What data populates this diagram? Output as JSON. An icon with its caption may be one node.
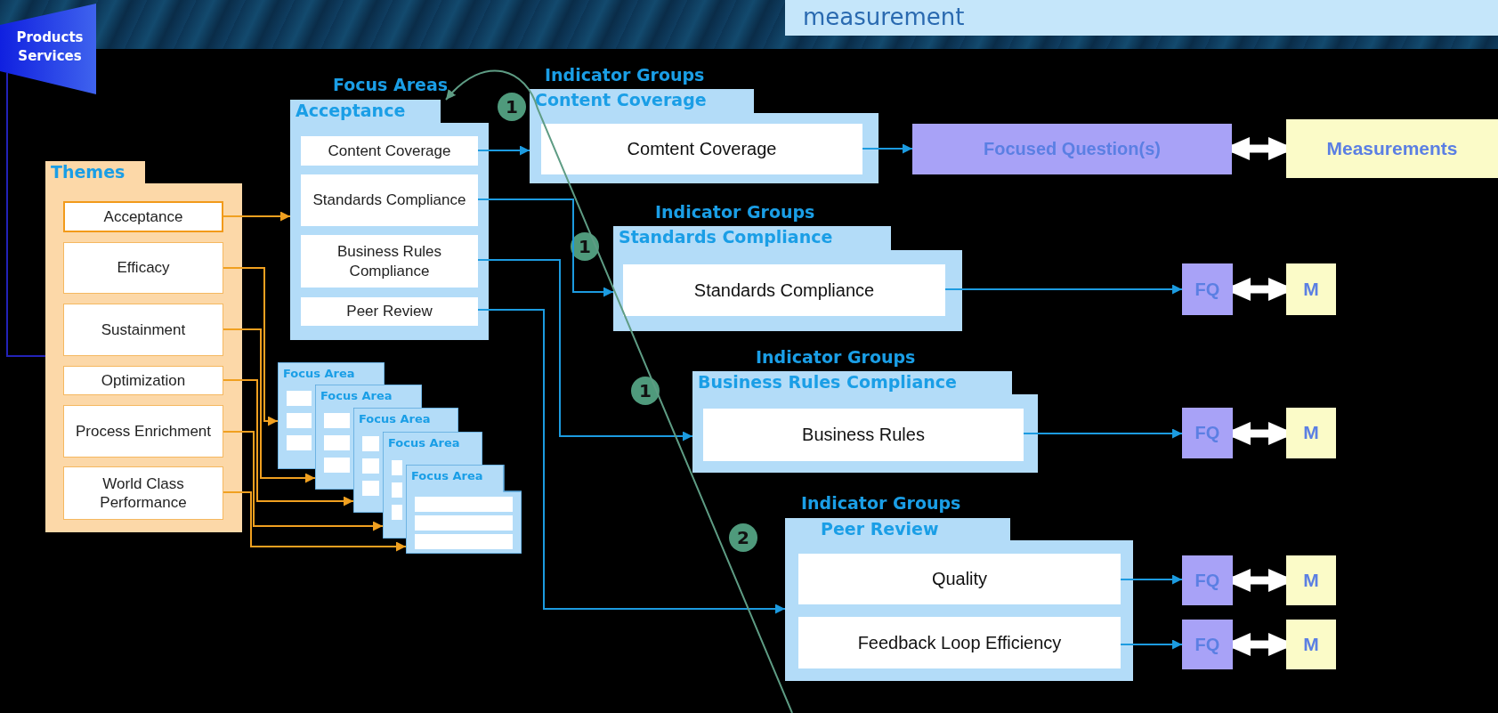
{
  "diagram": {
    "title": "measurement",
    "nodes": [
      {
        "text": [
          "Products Services"
        ]
      },
      {
        "text": [
          "Themes"
        ]
      },
      {
        "text": [
          "Acceptance"
        ],
        "in": 1
      },
      {
        "text": [
          "Efficacy"
        ],
        "in": 1
      },
      {
        "text": [
          "Sustainment"
        ],
        "in": 1
      },
      {
        "text": [
          "Optimization"
        ],
        "in": 1
      },
      {
        "text": [
          "Process Enrichment"
        ],
        "in": 1
      },
      {
        "text": [
          "World Class Performance"
        ],
        "in": 1
      },
      {
        "text": [
          "Focus Areas",
          "Acceptance"
        ]
      },
      {
        "text": [
          "Content Coverage"
        ],
        "in": 8
      },
      {
        "text": [
          "Standards Compliance"
        ],
        "in": 8
      },
      {
        "text": [
          "Business Rules Compliance"
        ],
        "in": 8
      },
      {
        "text": [
          "Peer Review"
        ],
        "in": 8
      },
      {
        "text": [
          "Focus Area"
        ]
      },
      {
        "text": [
          "Focus Area"
        ]
      },
      {
        "text": [
          "Focus Area"
        ]
      },
      {
        "text": [
          "Focus Area"
        ]
      },
      {
        "text": [
          "Focus Area"
        ]
      },
      {
        "text": [
          "Indicator Groups",
          "Content Coverage"
        ]
      },
      {
        "text": [
          "Comtent Coverage"
        ],
        "in": 18
      },
      {
        "text": [
          "Focused Question(s)"
        ]
      },
      {
        "text": [
          "Measurements"
        ]
      },
      {
        "text": [
          "1"
        ]
      },
      {
        "text": [
          "Indicator Groups",
          "Standards Compliance"
        ]
      },
      {
        "text": [
          "Standards Compliance"
        ],
        "in": 23
      },
      {
        "text": [
          "FQ"
        ]
      },
      {
        "text": [
          "M"
        ]
      },
      {
        "text": [
          "1"
        ]
      },
      {
        "text": [
          "Indicator Groups",
          "Business Rules Compliance"
        ]
      },
      {
        "text": [
          "Business Rules"
        ],
        "in": 28
      },
      {
        "text": [
          "FQ"
        ]
      },
      {
        "text": [
          "M"
        ]
      },
      {
        "text": [
          "1"
        ]
      },
      {
        "text": [
          "Indicator Groups",
          "Peer Review"
        ]
      },
      {
        "text": [
          "Quality"
        ],
        "in": 33
      },
      {
        "text": [
          "Feedback Loop Efficiency"
        ],
        "in": 33
      },
      {
        "text": [
          "FQ"
        ]
      },
      {
        "text": [
          "M"
        ]
      },
      {
        "text": [
          "FQ"
        ]
      },
      {
        "text": [
          "M"
        ]
      },
      {
        "text": [
          "2"
        ]
      }
    ],
    "edges": [
      {
        "from": 0,
        "to": 1,
        "arrow": "none",
        "color": "#2323b8"
      },
      {
        "from": 2,
        "to": 8,
        "arrow": "to",
        "color": "#f0a020"
      },
      {
        "from": 3,
        "to": 13,
        "arrow": "to",
        "color": "#f0a020"
      },
      {
        "from": 4,
        "to": 14,
        "arrow": "to",
        "color": "#f0a020"
      },
      {
        "from": 5,
        "to": 15,
        "arrow": "to",
        "color": "#f0a020"
      },
      {
        "from": 6,
        "to": 16,
        "arrow": "to",
        "color": "#f0a020"
      },
      {
        "from": 7,
        "to": 17,
        "arrow": "to",
        "color": "#f0a020"
      },
      {
        "from": 9,
        "to": 18,
        "arrow": "to"
      },
      {
        "from": 10,
        "to": 23,
        "arrow": "to"
      },
      {
        "from": 11,
        "to": 28,
        "arrow": "to"
      },
      {
        "from": 12,
        "to": 33,
        "arrow": "to"
      },
      {
        "from": 19,
        "to": 20,
        "arrow": "to"
      },
      {
        "from": 20,
        "to": 21,
        "arrow": "both",
        "style": "thick",
        "color": "#ffffff"
      },
      {
        "from": 24,
        "to": 25,
        "arrow": "to"
      },
      {
        "from": 25,
        "to": 26,
        "arrow": "both",
        "style": "thick",
        "color": "#ffffff"
      },
      {
        "from": 29,
        "to": 30,
        "arrow": "to"
      },
      {
        "from": 30,
        "to": 31,
        "arrow": "both",
        "style": "thick",
        "color": "#ffffff"
      },
      {
        "from": 34,
        "to": 36,
        "arrow": "to"
      },
      {
        "from": 36,
        "to": 37,
        "arrow": "both",
        "style": "thick",
        "color": "#ffffff"
      },
      {
        "from": 35,
        "to": 38,
        "arrow": "to"
      },
      {
        "from": 38,
        "to": 39,
        "arrow": "both",
        "style": "thick",
        "color": "#ffffff"
      },
      {
        "from": null,
        "to": 8,
        "arrow": "to",
        "color": "#5e9c84"
      }
    ]
  }
}
